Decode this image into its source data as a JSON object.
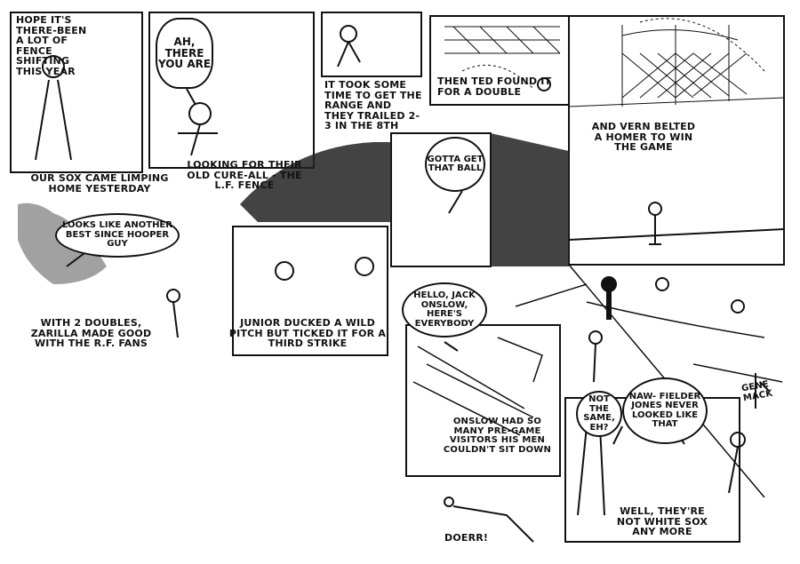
{
  "captions": {
    "fence_shifting": "HOPE IT'S THERE-BEEN A LOT OF FENCE SHIFTING THIS YEAR",
    "ah_there": "AH, THERE YOU ARE",
    "limping": "OUR SOX CAME LIMPING HOME YESTERDAY",
    "looking_for": "LOOKING FOR THEIR OLD CURE-ALL - THE L.F. FENCE",
    "took_time": "IT TOOK SOME TIME TO GET THE RANGE AND THEY TRAILED 2-3 IN THE 8TH",
    "then_ted": "THEN TED FOUND IT FOR A DOUBLE",
    "vern": "AND VERN BELTED A HOMER TO WIN THE GAME",
    "gotta_get": "GOTTA GET THAT BALL",
    "hooper": "LOOKS LIKE ANOTHER BEST SINCE HOOPER GUY",
    "zarilla": "WITH 2 DOUBLES, ZARILLA MADE GOOD WITH THE R.F. FANS",
    "junior": "JUNIOR DUCKED A WILD PITCH BUT TICKED IT FOR A THIRD STRIKE",
    "hello_jack": "HELLO, JACK ONSLOW, HERE'S EVERYBODY",
    "onslow": "ONSLOW HAD SO MANY PRE-GAME VISITORS HIS MEN COULDN'T SIT DOWN",
    "not_same": "NOT THE SAME, EH?",
    "nawfielder": "NAW- FIELDER JONES NEVER LOOKED LIKE THAT",
    "white_sox": "WELL, THEY'RE NOT WHITE SOX ANY MORE",
    "doerr": "DOERR!",
    "signature": "GENE MACK"
  }
}
